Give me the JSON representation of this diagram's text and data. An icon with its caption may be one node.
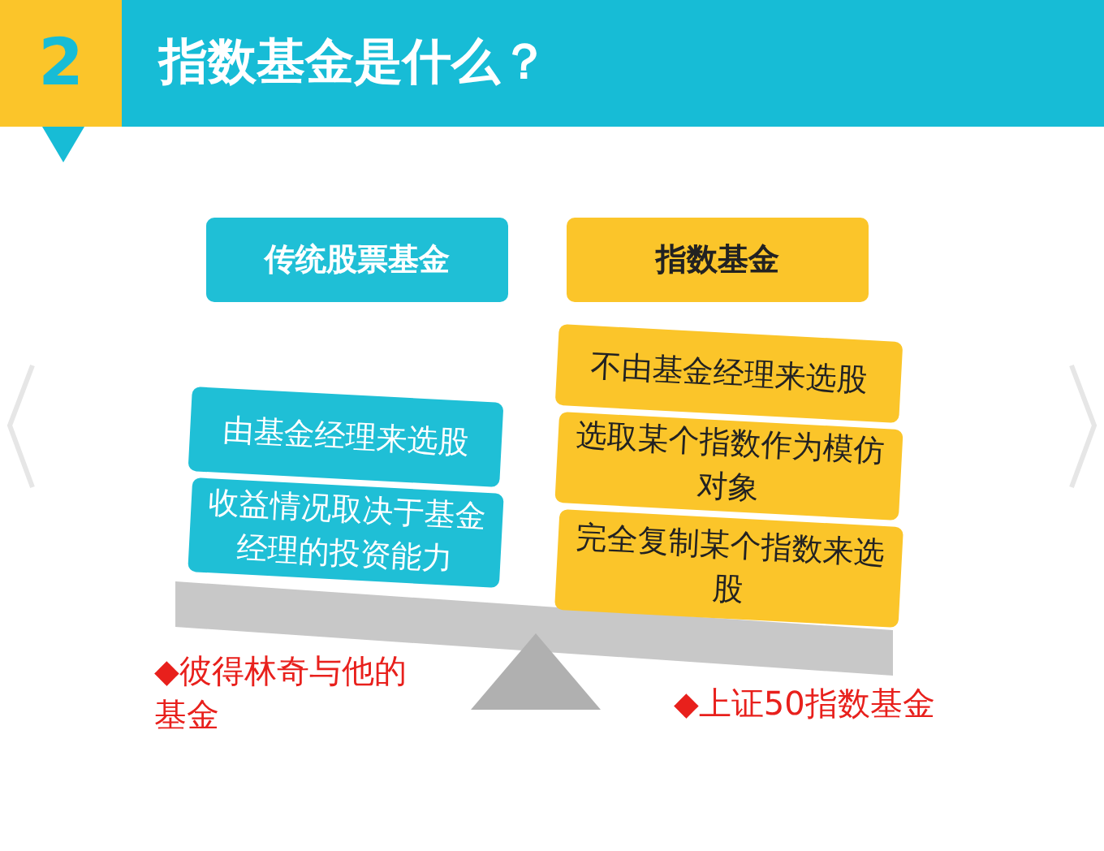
{
  "diagram": {
    "title": "指数基金是什么？",
    "nodes": [
      {
        "text": [
          "2"
        ]
      },
      {
        "text": [
          "传统股票基金"
        ]
      },
      {
        "text": [
          "指数基金"
        ]
      },
      {
        "text": [
          "由基金经理来选股"
        ]
      },
      {
        "text": [
          "收益情况取决于基金经理的投资能力"
        ]
      },
      {
        "text": [
          "不由基金经理来选股"
        ]
      },
      {
        "text": [
          "选取某个指数作为模仿对象"
        ]
      },
      {
        "text": [
          "完全复制某个指数来选股"
        ]
      }
    ],
    "labels": [
      "◆彼得林奇与他的基金",
      "◆上证50指数基金"
    ]
  }
}
